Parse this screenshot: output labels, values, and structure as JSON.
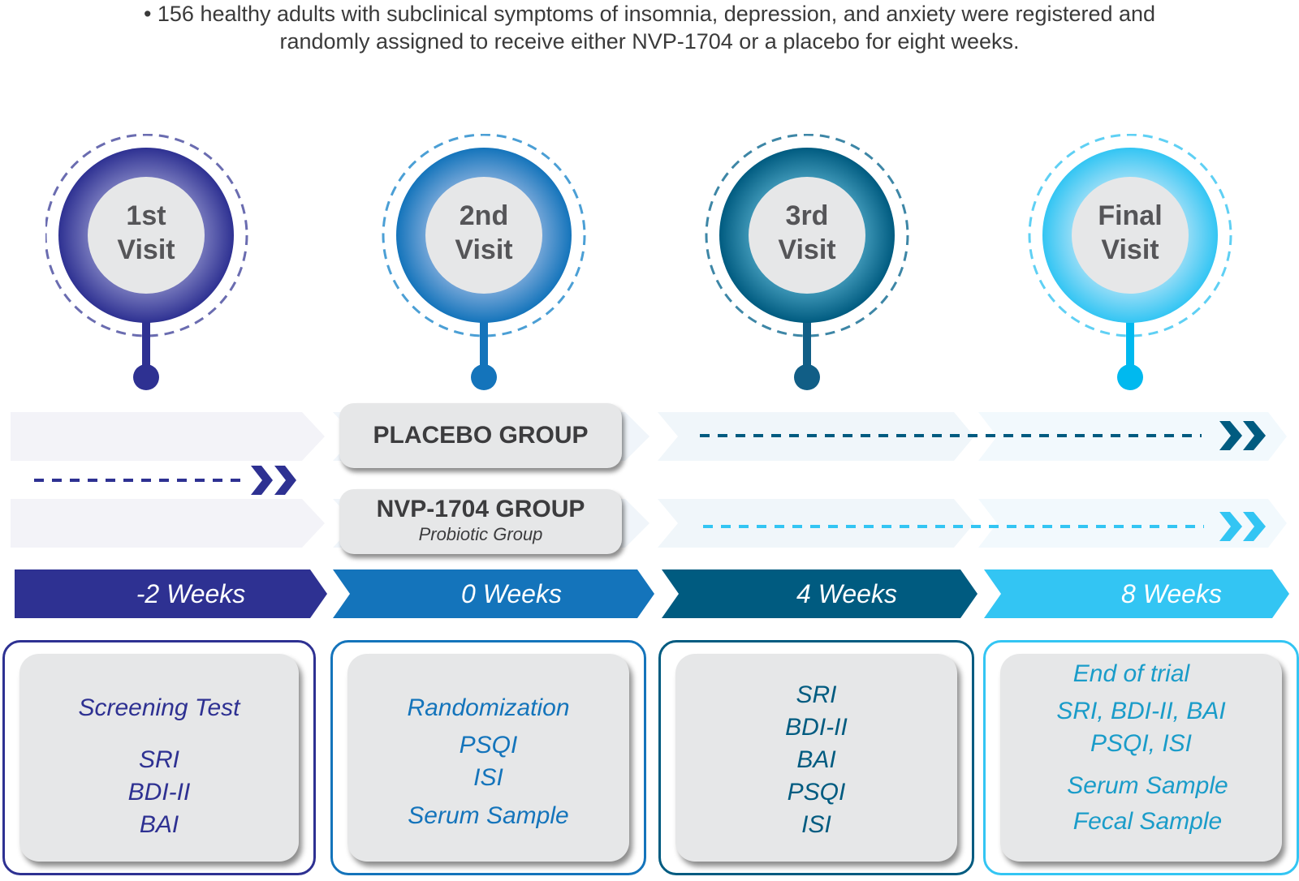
{
  "intro": {
    "line1": "• 156 healthy adults with subclinical symptoms of insomnia, depression, and anxiety were registered and",
    "line2": "randomly assigned to receive either NVP-1704 or a placebo for eight weeks."
  },
  "colors": {
    "visit1": "#2e3192",
    "visit2": "#1474bb",
    "visit3": "#005b80",
    "visit4": "#33c5f3",
    "text_gray": "#555558",
    "panel_gray": "#e6e7e8"
  },
  "visits": [
    {
      "line1": "1st",
      "line2": "Visit"
    },
    {
      "line1": "2nd",
      "line2": "Visit"
    },
    {
      "line1": "3rd",
      "line2": "Visit"
    },
    {
      "line1": "Final",
      "line2": "Visit"
    }
  ],
  "groups": {
    "placebo": {
      "title": "PLACEBO GROUP"
    },
    "probiotic": {
      "title": "NVP-1704 GROUP",
      "subtitle": "Probiotic Group"
    }
  },
  "weeks": [
    "-2 Weeks",
    "0 Weeks",
    "4 Weeks",
    "8 Weeks"
  ],
  "cards": [
    {
      "lines": [
        "Screening Test",
        "SRI",
        "BDI-II",
        "BAI"
      ]
    },
    {
      "lines": [
        "Randomization",
        "PSQI",
        "ISI",
        "Serum Sample"
      ]
    },
    {
      "lines": [
        "SRI",
        "BDI-II",
        "BAI",
        "PSQI",
        "ISI"
      ]
    },
    {
      "lines": [
        "End of trial",
        "SRI, BDI-II, BAI",
        "PSQI, ISI",
        "Serum Sample",
        "Fecal Sample"
      ]
    }
  ]
}
